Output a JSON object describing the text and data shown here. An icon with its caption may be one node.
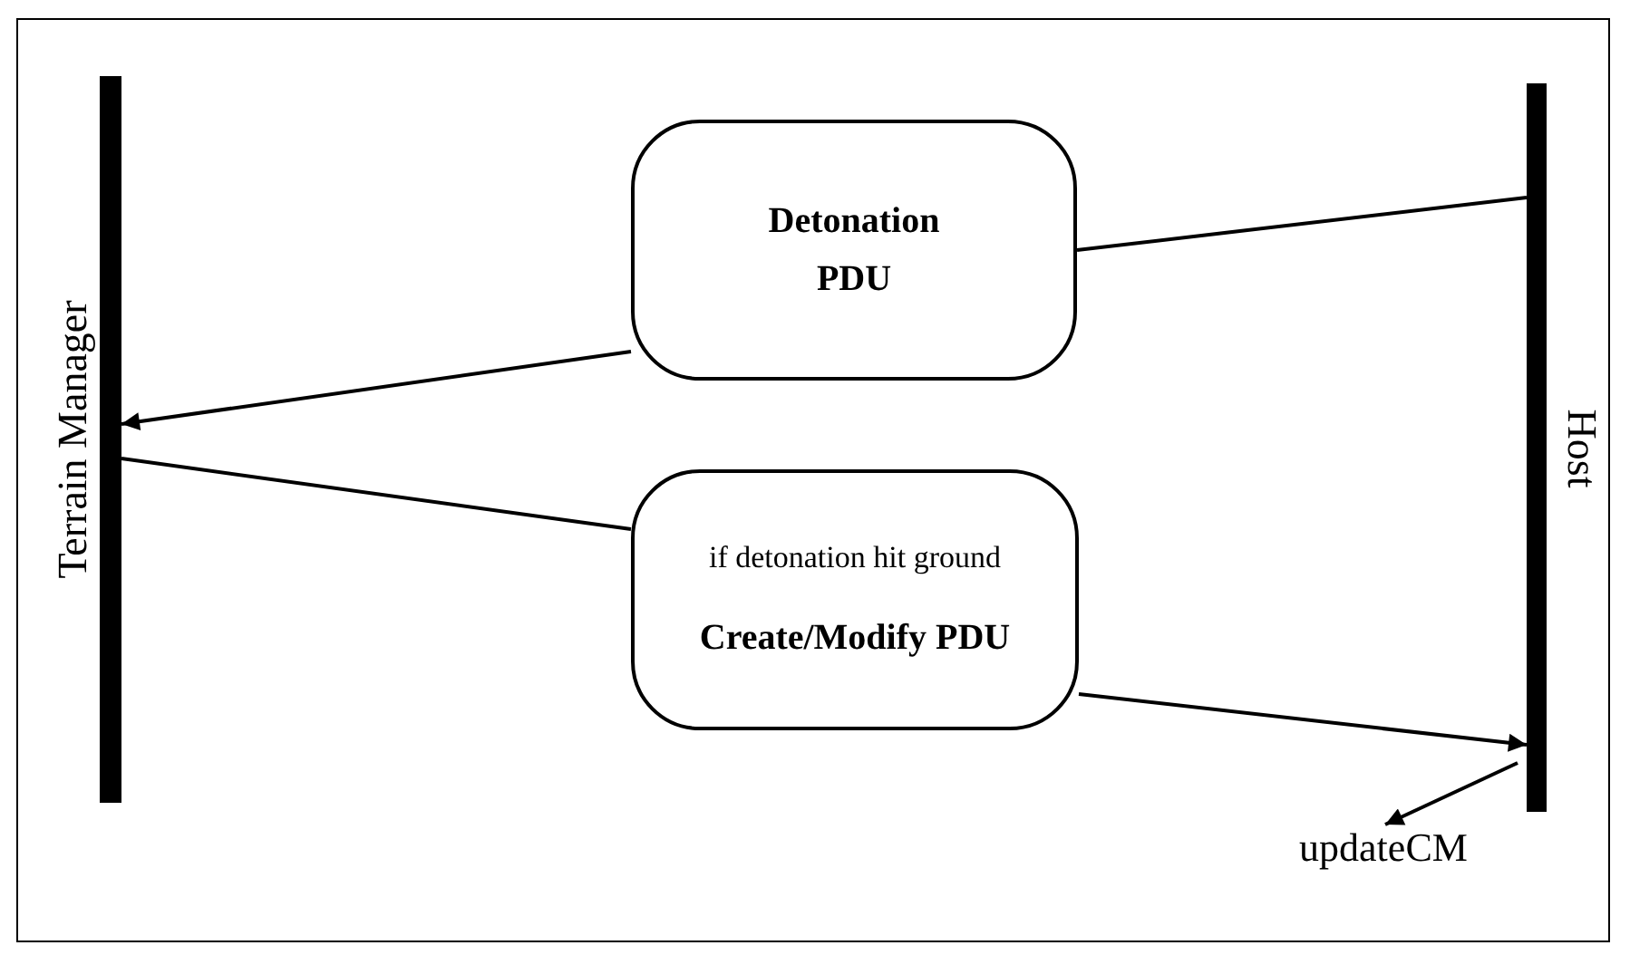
{
  "diagram": {
    "nodes": [
      {
        "text": [
          "Terrain Manager"
        ]
      },
      {
        "text": [
          "Detonation PDU"
        ]
      },
      {
        "text": [
          "if detonation hit ground",
          "Create/Modify PDU"
        ]
      },
      {
        "text": [
          "Host"
        ]
      },
      {
        "text": [
          "updateCM"
        ]
      }
    ],
    "edges": [
      {
        "from": 3,
        "to": 1,
        "arrow": "none"
      },
      {
        "from": 1,
        "to": 0,
        "arrow": "to"
      },
      {
        "from": 0,
        "to": 2,
        "arrow": "none"
      },
      {
        "from": 2,
        "to": 3,
        "arrow": "to"
      },
      {
        "from": 3,
        "to": 4,
        "arrow": "to"
      }
    ]
  }
}
